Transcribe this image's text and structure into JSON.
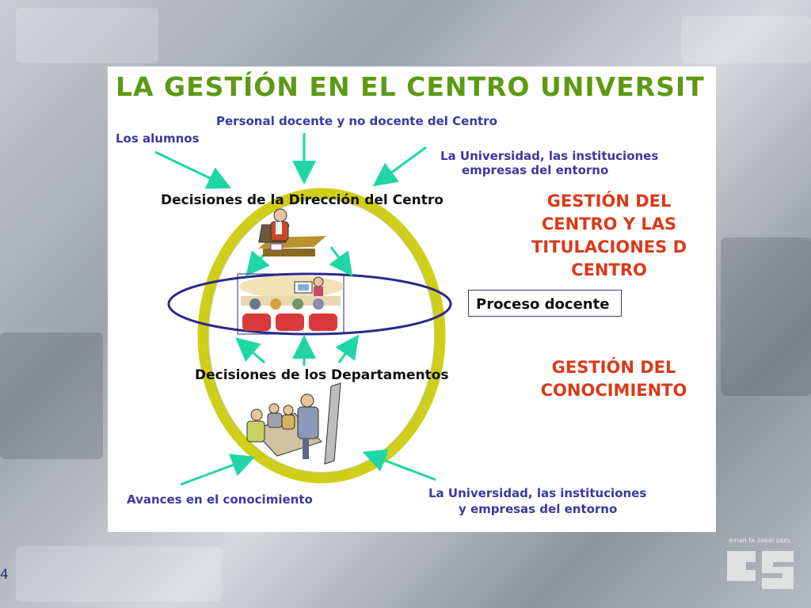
{
  "slide": {
    "title": "LA GESTÍÓN EN EL CENTRO UNIVERSIT",
    "personal": "Personal docente y no docente del Centro",
    "alumnos": "Los alumnos",
    "universidad_top_1": "La Universidad, las instituciones",
    "universidad_top_2": "empresas del entorno",
    "decisiones_direccion": "Decisiones de la Dirección del Centro",
    "gestion_centro": [
      "GESTIÓN DEL",
      "CENTRO Y LAS",
      "TITULACIONES D",
      "CENTRO"
    ],
    "proceso": "Proceso docente",
    "decisiones_departamentos": "Decisiones de los Departamentos",
    "gestion_conocimiento": [
      "GESTIÓN DEL",
      "CONOCIMIENTO"
    ],
    "avances": "Avances en el conocimiento",
    "universidad_bottom_1": "La Universidad, las instituciones",
    "universidad_bottom_2": "y empresas del entorno"
  },
  "footer": {
    "page_number": "4",
    "logo_text": "eman ta zabal zazu"
  },
  "colors": {
    "title_green": "#5c9a14",
    "label_blue": "#3a3aa0",
    "heading_red": "#d93a1a",
    "arrow_teal": "#1fd6a6",
    "ring_yellow": "#cfcf1a",
    "ellipse_blue": "#2a2a8a"
  }
}
